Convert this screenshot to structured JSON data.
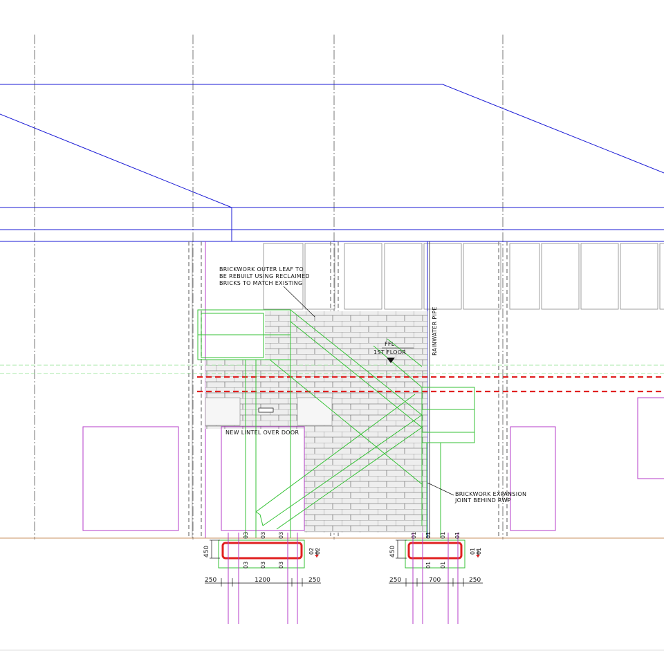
{
  "notes": {
    "brickwork_line1": "BRICKWORK OUTER LEAF TO",
    "brickwork_line2": "BE REBUILT USING RECLAIMED",
    "brickwork_line3": "BRICKS TO MATCH EXISTING",
    "ffl_line1": "FFL",
    "ffl_line2": "1ST FLOOR",
    "rainwater_pipe": "RAINWATER PIPE",
    "lintel": "NEW LINTEL OVER DOOR",
    "expansion_line1": "BRICKWORK EXPANSION",
    "expansion_line2": "JOINT BEHIND RWP"
  },
  "foundation_left": {
    "depth": "450",
    "dim_left": "250",
    "dim_mid": "1200",
    "dim_right": "250",
    "bar_mark": "03",
    "side_mark_1": "02",
    "side_mark_2": "02"
  },
  "foundation_right": {
    "depth": "450",
    "dim_left": "250",
    "dim_mid": "700",
    "dim_right": "250",
    "bar_mark": "01",
    "side_mark_1": "01",
    "side_mark_2": "01"
  },
  "colors": {
    "outline": "#1a1ad6",
    "stair": "#35c235",
    "opening": "#b43bc8",
    "foundation": "#e02020",
    "level": "#e02020"
  }
}
